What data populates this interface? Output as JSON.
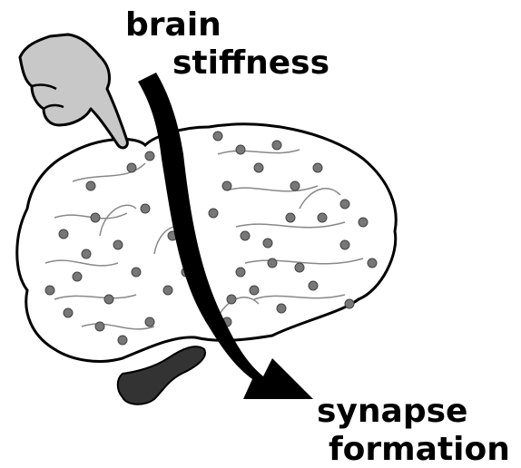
{
  "labels": {
    "top": [
      "brain",
      "stiffness"
    ],
    "bottom": [
      "synapse",
      "formation"
    ]
  },
  "icons": {
    "pointer": "pointing-hand-icon",
    "brain": "brain-illustration",
    "arrow": "curved-arrow-icon"
  },
  "colors": {
    "background": "#ffffff",
    "outline": "#000000",
    "hand_fill": "#c8c8c8",
    "neuron_fill": "#777777",
    "cerebellum_fill": "#333333",
    "arrow_fill": "#000000"
  }
}
